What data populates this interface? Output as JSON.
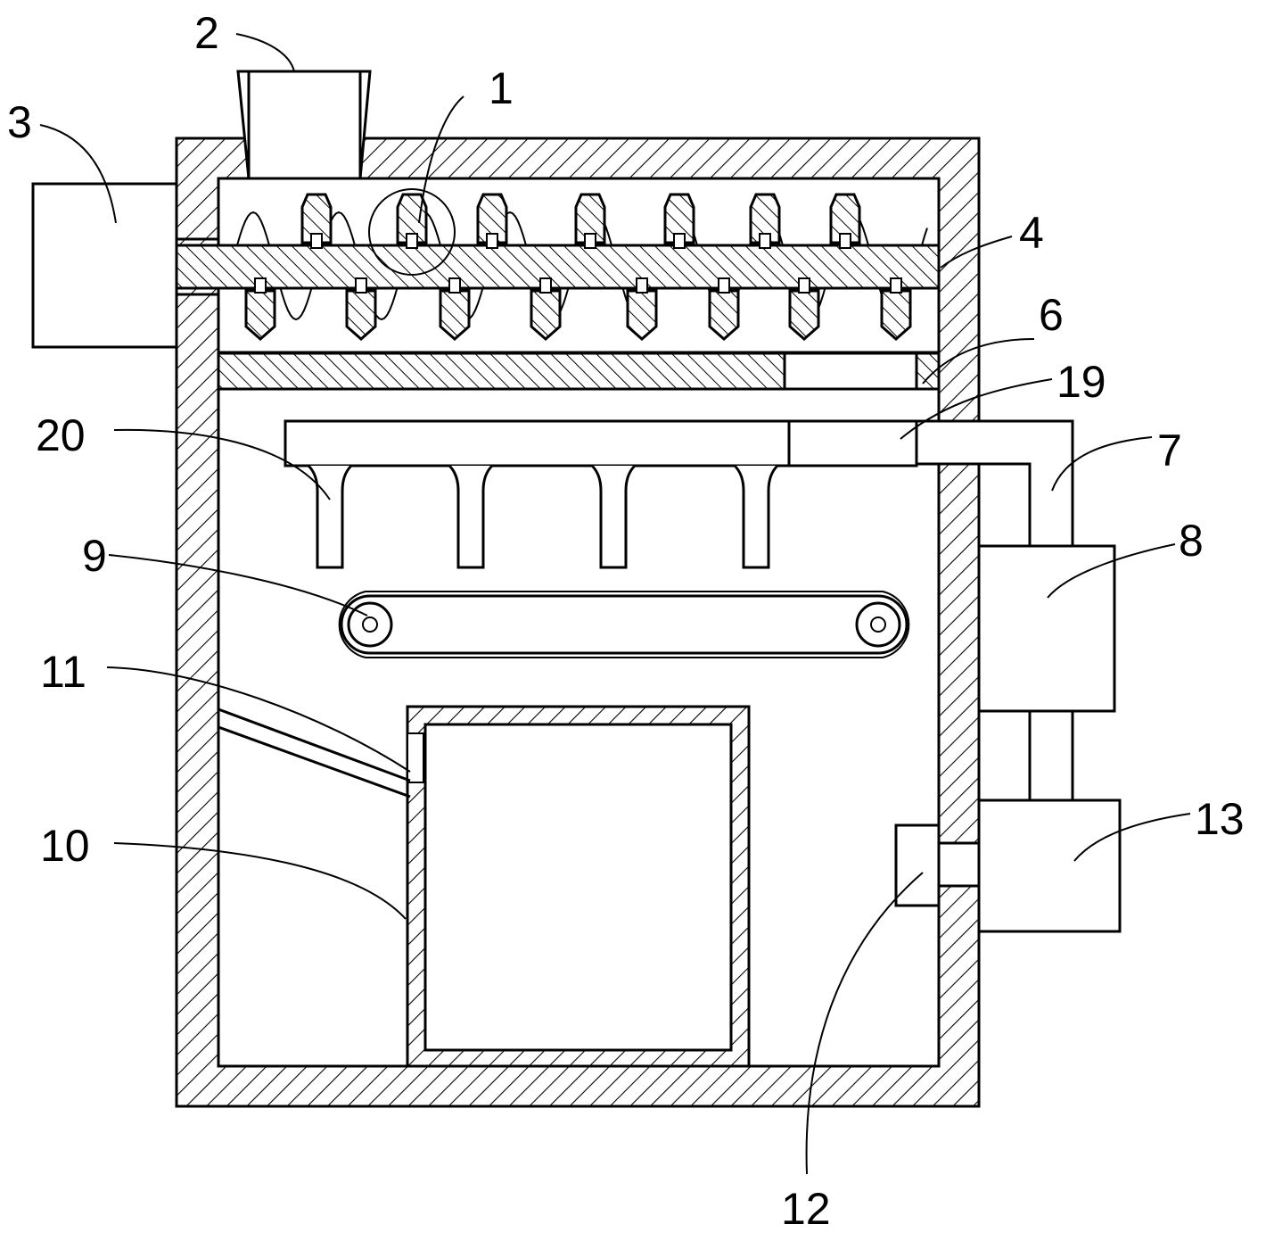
{
  "labels": [
    {
      "id": "1",
      "text": "1"
    },
    {
      "id": "2",
      "text": "2"
    },
    {
      "id": "3",
      "text": "3"
    },
    {
      "id": "4",
      "text": "4"
    },
    {
      "id": "6",
      "text": "6"
    },
    {
      "id": "7",
      "text": "7"
    },
    {
      "id": "8",
      "text": "8"
    },
    {
      "id": "9",
      "text": "9"
    },
    {
      "id": "10",
      "text": "10"
    },
    {
      "id": "11",
      "text": "11"
    },
    {
      "id": "12",
      "text": "12"
    },
    {
      "id": "13",
      "text": "13"
    },
    {
      "id": "19",
      "text": "19"
    },
    {
      "id": "20",
      "text": "20"
    }
  ]
}
